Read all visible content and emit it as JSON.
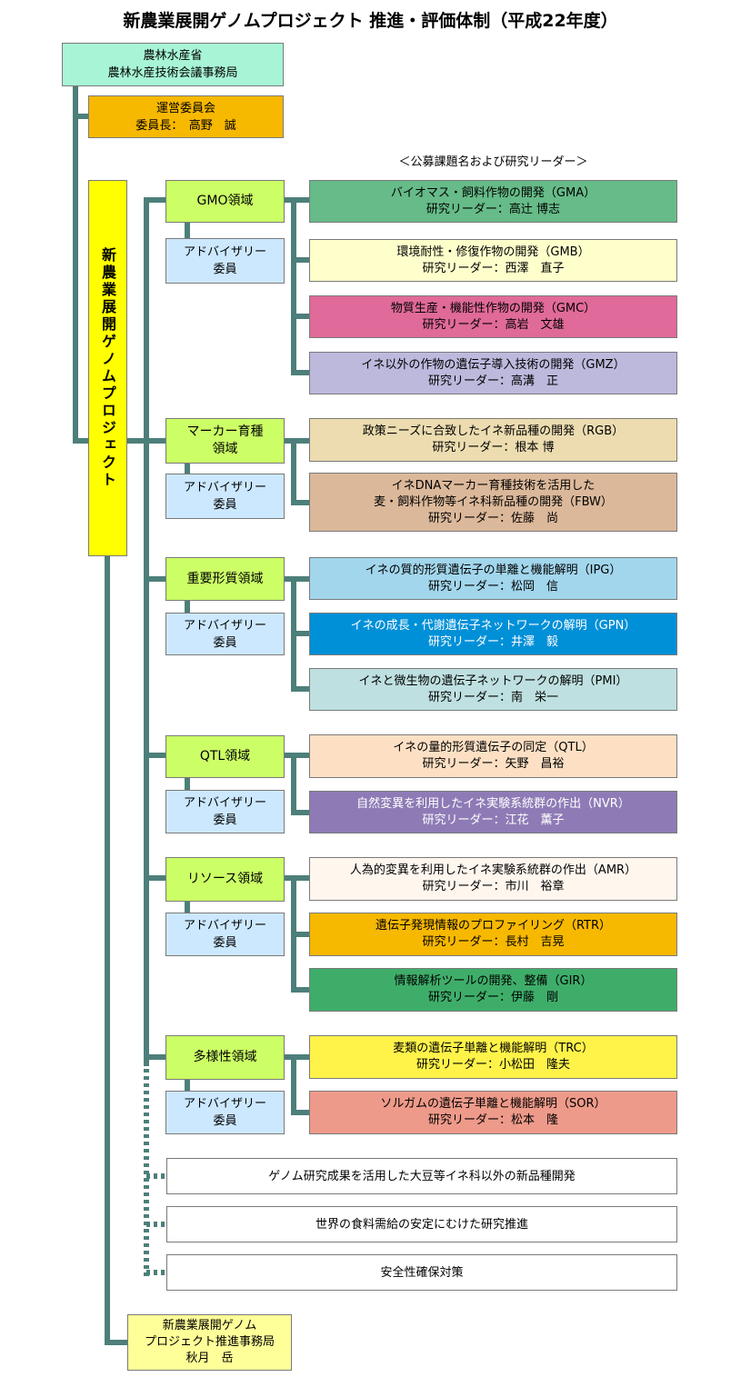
{
  "title": "新農業展開ゲノムプロジェクト 推進・評価体制（平成22年度）",
  "subheading": "＜公募課題名および研究リーダー＞",
  "ministry": {
    "line1": "農林水産省",
    "line2": "農林水産技術会議事務局"
  },
  "steering": {
    "line1": "運営委員会",
    "line2": "委員長：　高野　誠"
  },
  "project_name": "新農業展開ゲノムプロジェクト",
  "advisory_label": {
    "line1": "アドバイザリー",
    "line2": "委員"
  },
  "domains": [
    {
      "name": "GMO領域",
      "projects": [
        {
          "title": "バイオマス・飼料作物の開発（GMA）",
          "leader": "研究リーダー：高辻 博志"
        },
        {
          "title": "環境耐性・修復作物の開発（GMB）",
          "leader": "研究リーダー：西澤　直子"
        },
        {
          "title": "物質生産・機能性作物の開発（GMC）",
          "leader": "研究リーダー：高岩　文雄"
        },
        {
          "title": "イネ以外の作物の遺伝子導入技術の開発（GMZ）",
          "leader": "研究リーダー：高溝　正"
        }
      ]
    },
    {
      "name_line1": "マーカー育種",
      "name_line2": "領域",
      "projects": [
        {
          "title": "政策ニーズに合致したイネ新品種の開発（RGB）",
          "leader": "研究リーダー：根本 博"
        },
        {
          "title_line1": "イネDNAマーカー育種技術を活用した",
          "title_line2": "麦・飼料作物等イネ科新品種の開発（FBW）",
          "leader": "研究リーダー：佐藤　尚"
        }
      ]
    },
    {
      "name": "重要形質領域",
      "projects": [
        {
          "title": "イネの質的形質遺伝子の単離と機能解明（IPG）",
          "leader": "研究リーダー：松岡　信"
        },
        {
          "title": "イネの成長・代謝遺伝子ネットワークの解明（GPN）",
          "leader": "研究リーダー：井澤　毅"
        },
        {
          "title": "イネと微生物の遺伝子ネットワークの解明（PMI）",
          "leader": "研究リーダー：南　栄一"
        }
      ]
    },
    {
      "name": "QTL領域",
      "projects": [
        {
          "title": "イネの量的形質遺伝子の同定（QTL）",
          "leader": "研究リーダー：矢野　昌裕"
        },
        {
          "title": "自然変異を利用したイネ実験系統群の作出（NVR）",
          "leader": "研究リーダー：江花　薫子"
        }
      ]
    },
    {
      "name": "リソース領域",
      "projects": [
        {
          "title": "人為的変異を利用したイネ実験系統群の作出（AMR）",
          "leader": "研究リーダー：市川　裕章"
        },
        {
          "title": "遺伝子発現情報のプロファイリング（RTR）",
          "leader": "研究リーダー：長村　吉晃"
        },
        {
          "title": "情報解析ツールの開発、整備（GIR）",
          "leader": "研究リーダー：伊藤　剛"
        }
      ]
    },
    {
      "name": "多様性領域",
      "projects": [
        {
          "title": "麦類の遺伝子単離と機能解明（TRC）",
          "leader": "研究リーダー：小松田　隆夫"
        },
        {
          "title": "ソルガムの遺伝子単離と機能解明（SOR）",
          "leader": "研究リーダー：松本　隆"
        }
      ]
    }
  ],
  "other_programs": [
    "ゲノム研究成果を活用した大豆等イネ科以外の新品種開発",
    "世界の食料需給の安定にむけた研究推進",
    "安全性確保対策"
  ],
  "secretariat": {
    "line1": "新農業展開ゲノム",
    "line2": "プロジェクト推進事務局",
    "line3": "秋月　岳"
  },
  "colors": {
    "connector": "#4d7f7a",
    "ministry": "#a7f5d6",
    "steering": "#f7b800",
    "project": "#ffff00",
    "domain": "#ccff66",
    "advisory": "#cce8ff",
    "secretariat": "#ffff99",
    "GMA": "#66bb88",
    "GMB": "#ffffcc",
    "GMC": "#e06a99",
    "GMZ": "#bdb9dd",
    "RGB": "#ecdcb0",
    "FBW": "#dbb89a",
    "IPG": "#a2d6ec",
    "GPN": "#0090d8",
    "PMI": "#bfe0e0",
    "QTL": "#fde0c4",
    "NVR": "#8e7bb6",
    "AMR": "#fff6ee",
    "RTR": "#f7b800",
    "GIR": "#3fad6a",
    "TRC": "#fff34a",
    "SOR": "#ee9a8a"
  }
}
